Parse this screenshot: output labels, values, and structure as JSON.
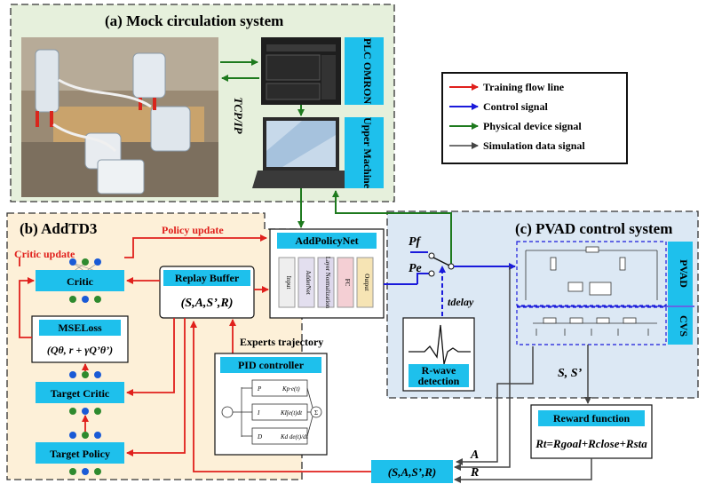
{
  "sections": {
    "mock": {
      "title": "(a) Mock circulation system"
    },
    "addtd3": {
      "title": "(b) AddTD3"
    },
    "pvad": {
      "title": "(c) PVAD control system"
    }
  },
  "labels": {
    "plc": "PLC OMRON",
    "upper_machine": "Upper Machine",
    "tcpip": "TCP/IP",
    "policy_update": "Policy update",
    "critic_update": "Critic update",
    "critic": "Critic",
    "mseloss": "MSELoss",
    "mse_formula": "(Qθ, r + γQ’θ’)",
    "target_critic": "Target Critic",
    "target_policy": "Target Policy",
    "replay_buffer": "Replay Buffer",
    "replay_tuple": "(S,A,S’,R)",
    "experts_trajectory": "Experts trajectory",
    "pid_controller": "PID controller",
    "addpolicynet": "AddPolicyNet",
    "net_layers": [
      "Input",
      "AdderNet",
      "Layer Normalization",
      "FC",
      "Output"
    ],
    "pf": "Pf",
    "pe": "Pe",
    "tdelay": "tdelay",
    "rwave": "R-wave detection",
    "pvad_tag": "PVAD",
    "cvs_tag": "CVS",
    "s_sprime": "S, S’",
    "reward_function": "Reward function",
    "reward_formula": "Rt=Rgoal+Rclose+Rsta",
    "a_label": "A",
    "r_label": "R",
    "bottom_tuple": "(S,A,S’,R)",
    "pid_terms": [
      "P",
      "I",
      "D"
    ],
    "pid_gains": [
      "Kp·e(t)",
      "KI∫e(t)dt",
      "Kd de(t)/dt"
    ]
  },
  "legend": [
    {
      "label": "Training flow line",
      "color": "#e0201c"
    },
    {
      "label": "Control signal",
      "color": "#1a1adb"
    },
    {
      "label": "Physical device signal",
      "color": "#1e7a1e"
    },
    {
      "label": "Simulation data signal",
      "color": "#444444"
    }
  ],
  "colors": {
    "cyan": "#1ec0ec",
    "green_bg": "#e6f0dc",
    "orange_bg": "#fdf0d8",
    "blue_bg": "#dce8f4",
    "red": "#e0201c",
    "blue": "#1a1adb",
    "green": "#1e7a1e",
    "gray": "#444444"
  }
}
